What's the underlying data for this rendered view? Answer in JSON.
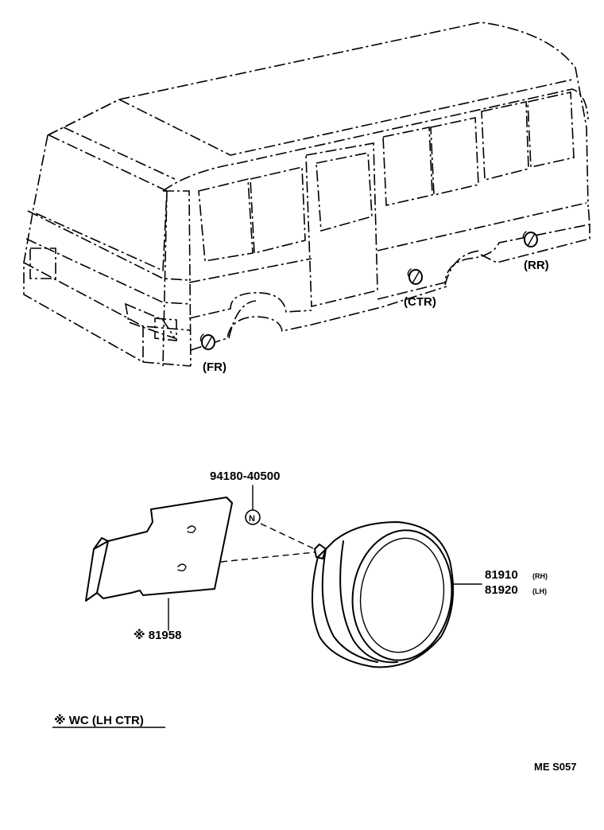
{
  "labels": {
    "front": "(FR)",
    "center": "(CTR)",
    "rear": "(RR)",
    "nut_part": "94180-40500",
    "nut_symbol": "N",
    "lamp_rh": "81910",
    "lamp_rh_side": "(RH)",
    "lamp_lh": "81920",
    "lamp_lh_side": "(LH)",
    "bracket_part": "※ 81958",
    "footnote": "※ WC (LH CTR)",
    "diagram_code": "ME S057"
  }
}
